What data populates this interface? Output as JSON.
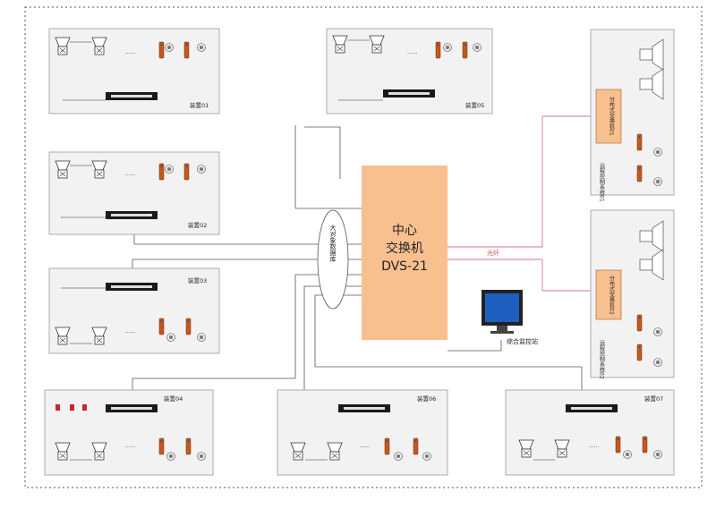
{
  "center": {
    "line1": "中心",
    "line2": "交换机",
    "line3": "DVS-21",
    "fill": "#f9c08f"
  },
  "ring_label": "大对象数据库",
  "fiber_label": "光纤",
  "workstation_label": "综合监控站",
  "device_labels": {
    "d01": "装置01",
    "d02": "装置02",
    "d03": "装置03",
    "d04": "装置04",
    "d05": "装置05",
    "d06": "装置06",
    "d07": "装置07"
  },
  "remote": {
    "top_box": "分布式交换机01",
    "bottom_box": "分布式交换机02",
    "top_side": "远程控制系统01",
    "bottom_side": "远程控制系统02",
    "box_fill": "#f9c08f"
  },
  "colors": {
    "line": "#555555",
    "fiber": "#e0708a",
    "frame": "#9a9a9a",
    "panel": "#f2f2f2",
    "device": "#c4581d"
  }
}
